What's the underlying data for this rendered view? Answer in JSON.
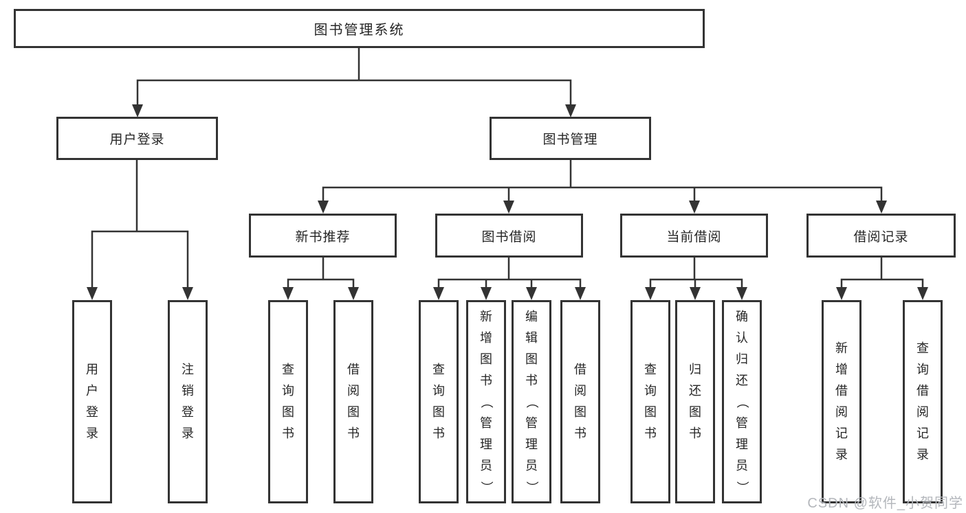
{
  "nodes": {
    "root": "图书管理系统",
    "user_login": "用户登录",
    "book_mgmt": "图书管理",
    "new_books": "新书推荐",
    "borrowing": "图书借阅",
    "current": "当前借阅",
    "records": "借阅记录"
  },
  "leaves": {
    "ul_login": "用户登录",
    "ul_logout": "注销登录",
    "nb_query": "查询图书",
    "nb_borrow": "借阅图书",
    "bw_query": "查询图书",
    "bw_add": "新增图书（管理员）",
    "bw_edit": "编辑图书（管理员）",
    "bw_borrow": "借阅图书",
    "cur_query": "查询图书",
    "cur_return": "归还图书",
    "cur_confirm": "确认归还（管理员）",
    "rec_add": "新增借阅记录",
    "rec_query": "查询借阅记录"
  },
  "watermark": "CSDN @软件_小贺同学",
  "colors": {
    "line": "#333333",
    "text": "#262626",
    "watermark": "#b4b7bc",
    "background": "#ffffff"
  }
}
